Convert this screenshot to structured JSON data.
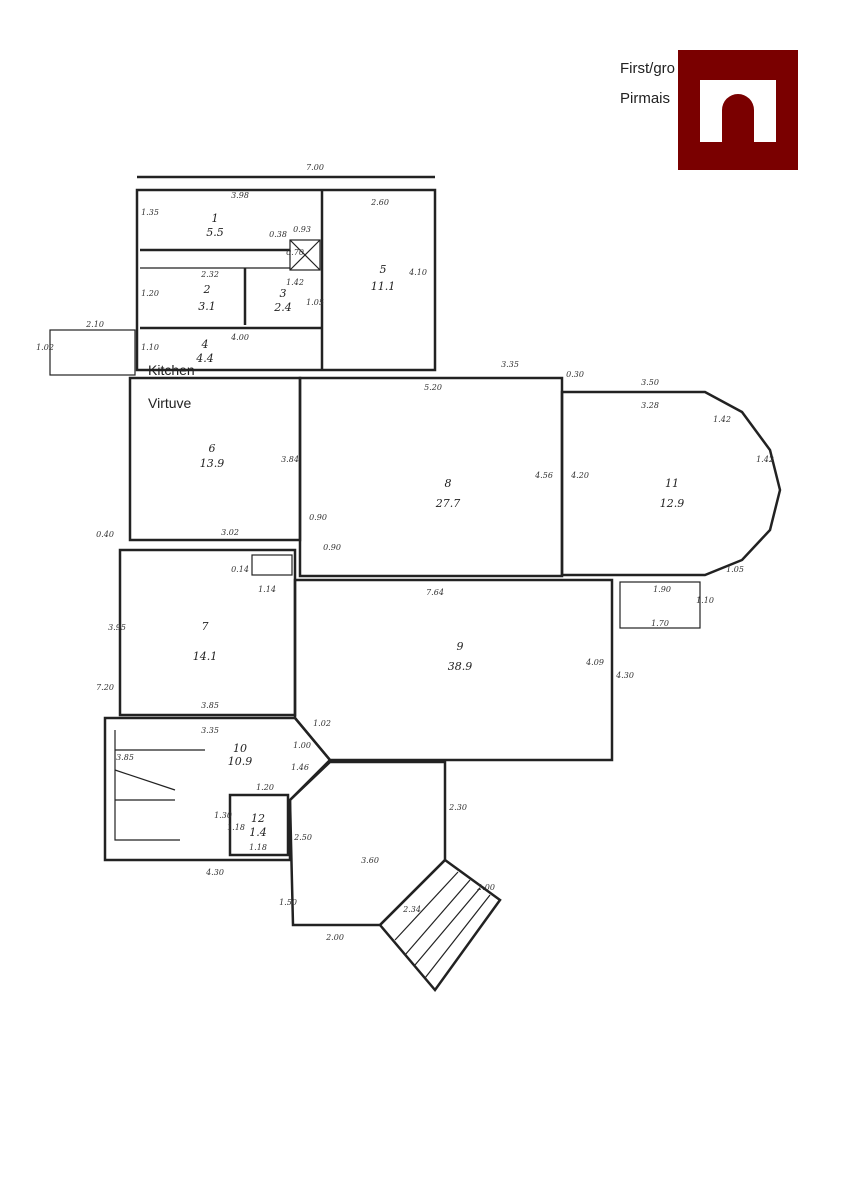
{
  "header": {
    "line1": "First/gro",
    "line2": "Pirmais"
  },
  "labels": {
    "kitchen_en": "Kitchen",
    "kitchen_lv": "Virtuve"
  },
  "rooms": [
    {
      "no": "1",
      "area": "5.5"
    },
    {
      "no": "2",
      "area": "3.1"
    },
    {
      "no": "3",
      "area": "2.4"
    },
    {
      "no": "4",
      "area": "4.4"
    },
    {
      "no": "5",
      "area": "11.1"
    },
    {
      "no": "6",
      "area": "13.9"
    },
    {
      "no": "7",
      "area": "14.1"
    },
    {
      "no": "8",
      "area": "27.7"
    },
    {
      "no": "9",
      "area": "38.9"
    },
    {
      "no": "10",
      "area": "10.9"
    },
    {
      "no": "11",
      "area": "12.9"
    },
    {
      "no": "12",
      "area": "1.4"
    }
  ],
  "dimensions": [
    "7.00",
    "3.98",
    "1.35",
    "0.38",
    "0.93",
    "0.70",
    "2.60",
    "2.32",
    "1.20",
    "1.42",
    "1.05",
    "4.10",
    "2.10",
    "1.02",
    "1.10",
    "4.00",
    "5.20",
    "3.35",
    "0.30",
    "3.50",
    "3.28",
    "1.42",
    "1.42",
    "3.84",
    "4.56",
    "4.20",
    "3.02",
    "0.40",
    "0.90",
    "0.90",
    "0.14",
    "1.14",
    "7.64",
    "1.90",
    "1.10",
    "1.70",
    "1.05",
    "3.95",
    "7.20",
    "3.85",
    "3.35",
    "4.09",
    "4.30",
    "1.02",
    "1.00",
    "3.85",
    "1.46",
    "1.20",
    "1.30",
    "1.18",
    "1.18",
    "2.50",
    "3.60",
    "2.30",
    "1.50",
    "2.00",
    "2.34",
    "2.00",
    "4.30"
  ]
}
